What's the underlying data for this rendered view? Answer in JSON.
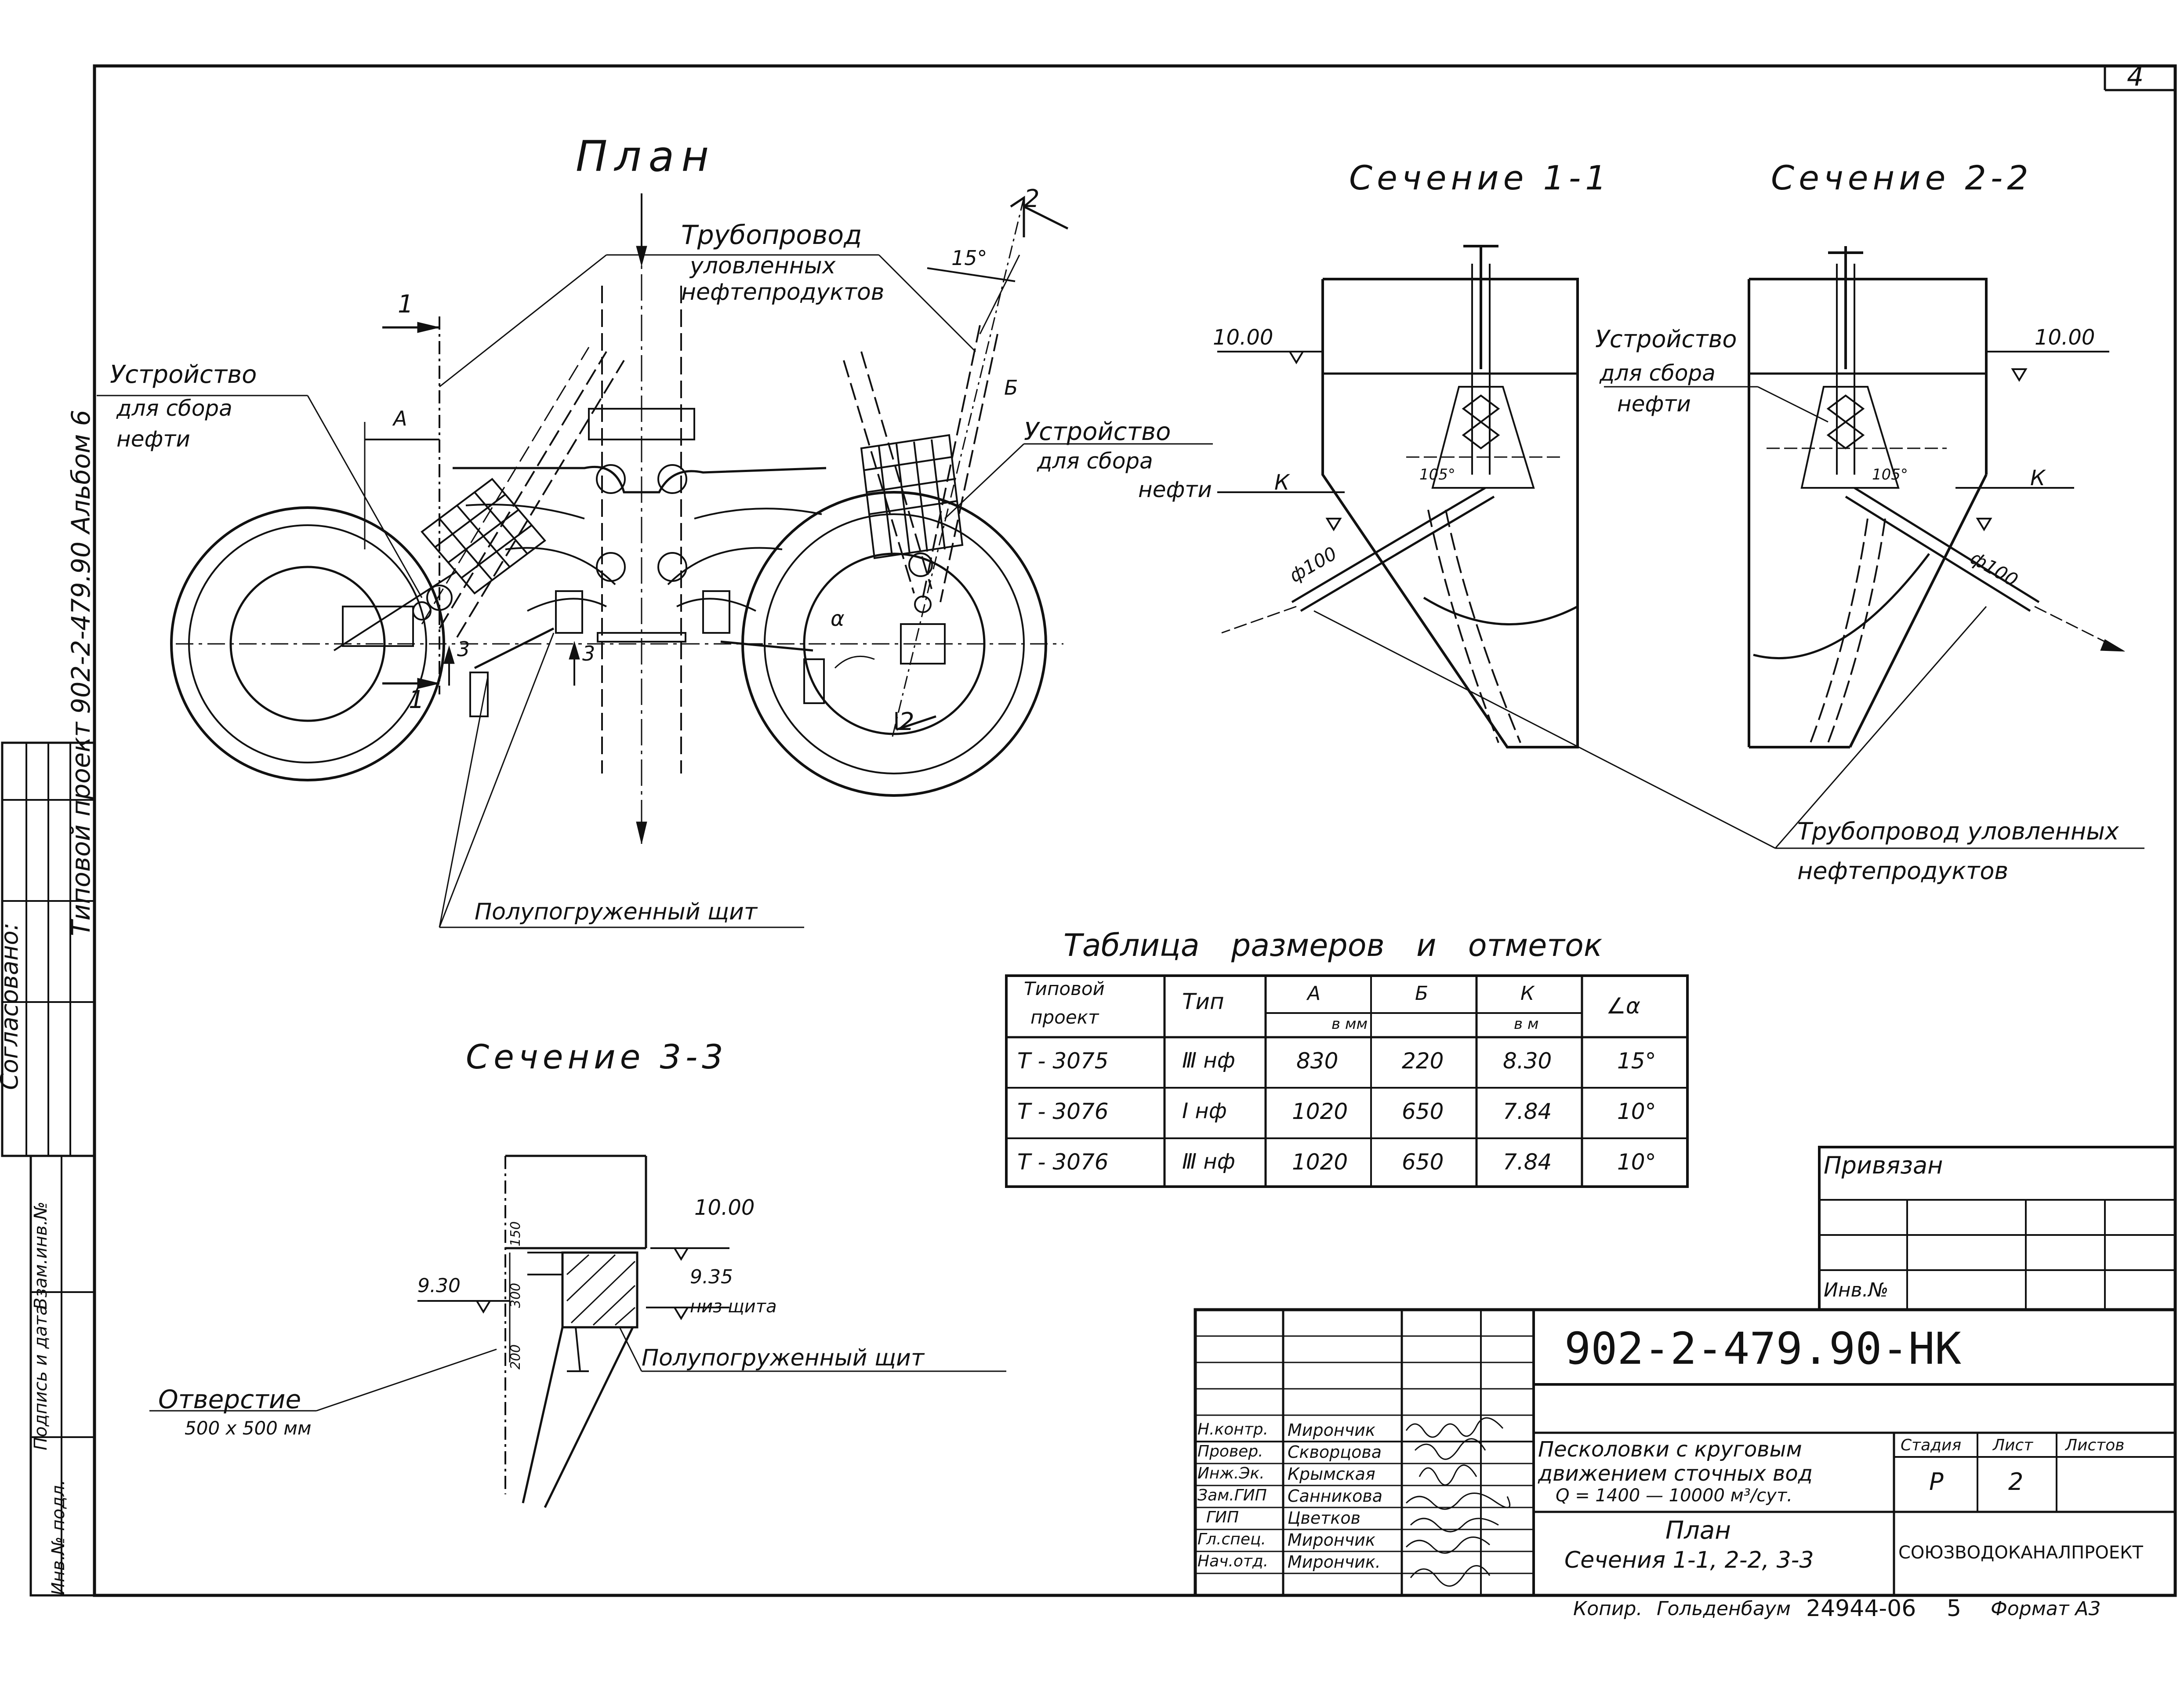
{
  "sheet_number": "4",
  "side_margin": {
    "series": "Типовой проект  902-2-479.90  Альбом 6",
    "agreed": "Согласовано:",
    "inv_podl": "Инв.№ подл.",
    "podpis_data": "Подпись и дата",
    "vzam_inv": "Взам.инв.№"
  },
  "plan": {
    "title": "План",
    "pipeline_label": [
      "Трубопровод",
      "уловленных",
      "нефтепродуктов"
    ],
    "device_left": [
      "Устройство",
      "для сбора",
      "нефти"
    ],
    "device_right": [
      "Устройство",
      "для сбора",
      "нефти"
    ],
    "shield": "Полупогруженный щит",
    "angle": "15°",
    "alpha": "α",
    "marks": {
      "a": "А",
      "b": "Б",
      "one": "1",
      "two": "2",
      "three": "3"
    }
  },
  "section_1_1": {
    "title": "Сечение 1-1",
    "level": "10.00",
    "k": "К",
    "angle": "105°",
    "diameter": "ф100",
    "device": [
      "Устройство",
      "для сбора",
      "нефти"
    ]
  },
  "section_2_2": {
    "title": "Сечение 2-2",
    "level": "10.00",
    "k": "К",
    "angle": "105°",
    "diameter": "ф100",
    "pipeline": [
      "Трубопровод уловленных",
      "нефтепродуктов"
    ]
  },
  "section_3_3": {
    "title": "Сечение 3-3",
    "level_top": "10.00",
    "level_left": "9.30",
    "level_right": "9.35",
    "shield_bottom": "низ щита",
    "shield": "Полупогруженный щит",
    "opening": "Отверстие",
    "opening_size": "500 х 500 мм",
    "dims": [
      "150",
      "300",
      "200"
    ]
  },
  "table": {
    "title": "Таблица размеров и отметок",
    "headers": {
      "project": [
        "Типовой",
        "проект"
      ],
      "type": "Тип",
      "a": "А",
      "b": "Б",
      "unit_mm": "в мм",
      "k": "К",
      "unit_m": "в м",
      "alpha": "∠α"
    },
    "rows": [
      [
        "Т - 3075",
        "Ⅲ нф",
        "830",
        "220",
        "8.30",
        "15°"
      ],
      [
        "Т - 3076",
        "Ⅰ нф",
        "1020",
        "650",
        "7.84",
        "10°"
      ],
      [
        "Т - 3076",
        "Ⅲ нф",
        "1020",
        "650",
        "7.84",
        "10°"
      ]
    ]
  },
  "privyazan": {
    "title": "Привязан",
    "inv": "Инв.№"
  },
  "title_block": {
    "code": "902-2-479.90-НК",
    "roles": [
      "Н.контр.",
      "Провер.",
      "Инж.Эк.",
      "Зам.ГИП",
      "ГИП",
      "Гл.спец.",
      "Нач.отд."
    ],
    "names": [
      "Мирончик",
      "Скворцова",
      "Крымская",
      "Санникова",
      "Цветков",
      "Мирончик",
      "Мирончик."
    ],
    "description": [
      "Песколовки с круговым",
      "движением сточных вод",
      "Q = 1400 — 10000  м³/сут."
    ],
    "drawing": [
      "План",
      "Сечения 1-1, 2-2, 3-3"
    ],
    "stage_header": "Стадия",
    "sheet_header": "Лист",
    "sheets_header": "Листов",
    "stage": "Р",
    "sheet": "2",
    "org": "СОЮЗВОДОКАНАЛПРОЕКТ"
  },
  "footer": {
    "copy": "Копир.",
    "copier": "Гольденбаум",
    "order": "24944-06",
    "num": "5",
    "format": "Формат А3"
  }
}
